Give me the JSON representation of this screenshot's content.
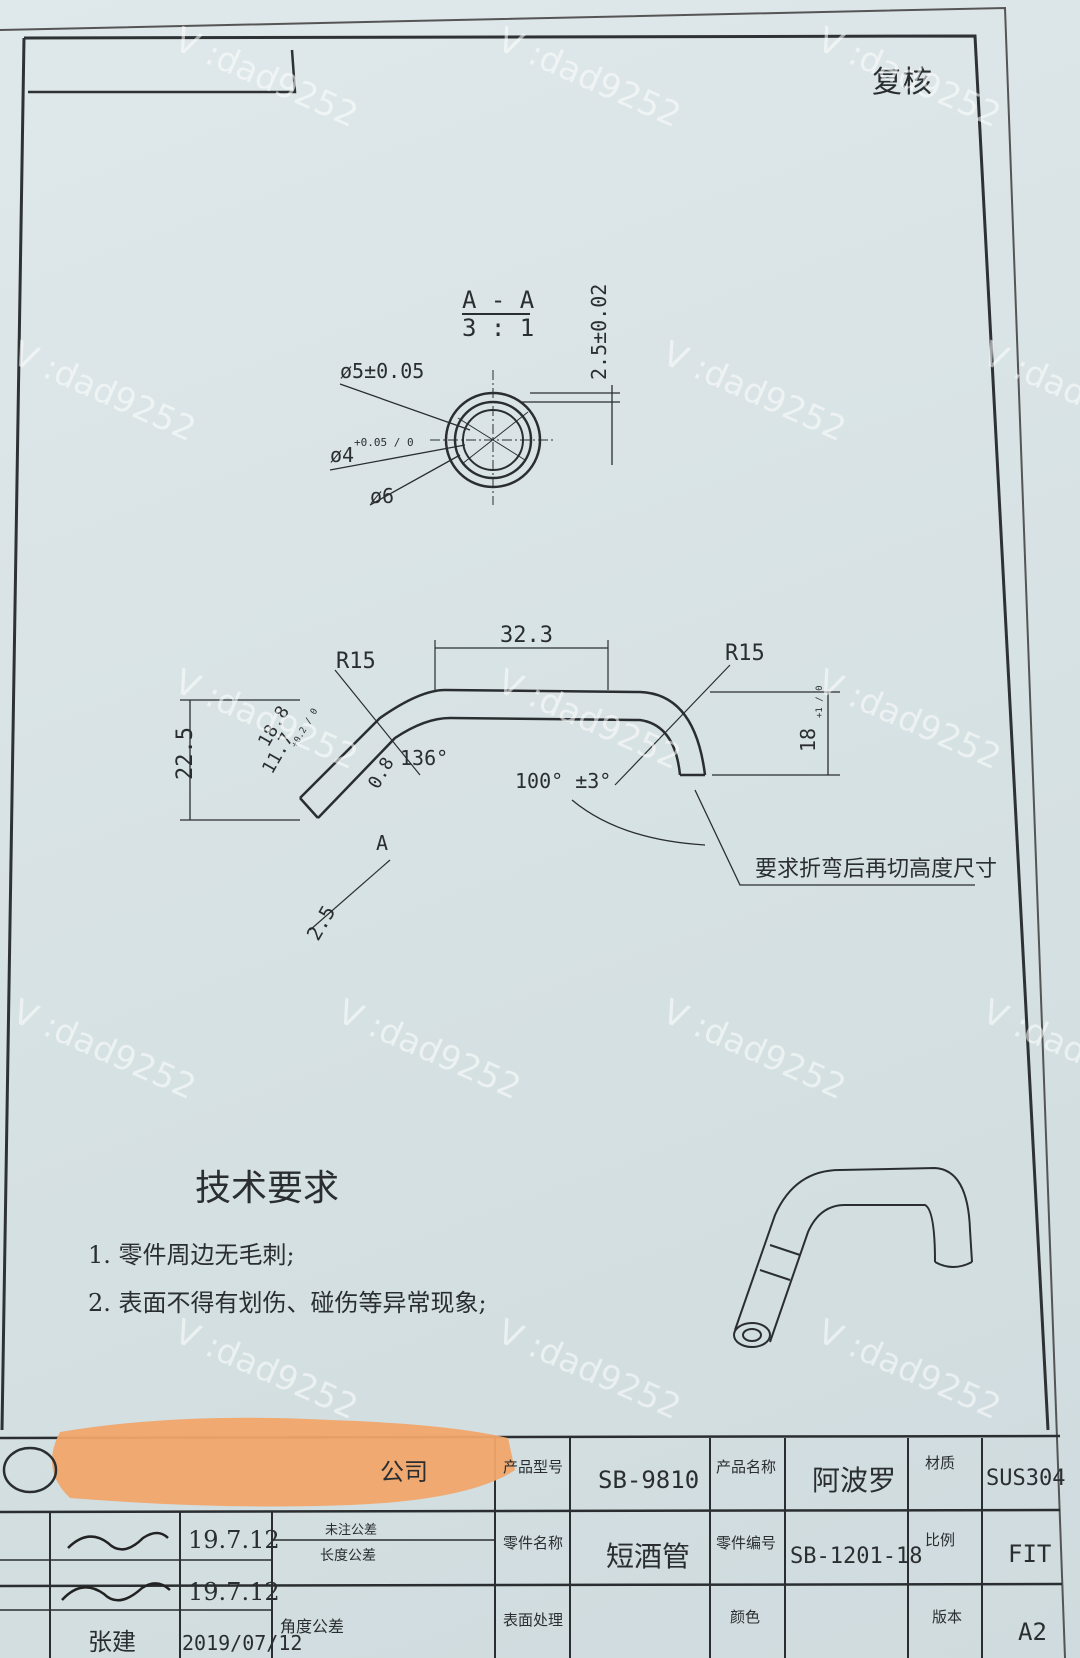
{
  "watermark": "V :dad9252",
  "corner_note": "复核",
  "section": {
    "title": "A - A",
    "scale": "3 : 1",
    "dim_outer": "ø6",
    "dim_tol": "ø5±0.05",
    "dim_inner": "ø4",
    "dim_inner_tol": "+0.05 / 0",
    "dim_height": "2.5±0.02"
  },
  "bent": {
    "top_length": "32.3",
    "r_left": "R15",
    "r_right": "R15",
    "angle_left": "136°",
    "angle_main": "100° ±3°",
    "height_total": "22.5",
    "h1": "18.8",
    "h2": "11.7",
    "h2_tol": "+0.2 / 0",
    "wall": "0.8",
    "end_len": "2.5",
    "right_height": "18",
    "right_height_tol": "+1 / 0",
    "section_mark": "A",
    "note": "要求折弯后再切高度尺寸"
  },
  "tech": {
    "title": "技术要求",
    "items": [
      "1. 零件周边无毛刺;",
      "2. 表面不得有划伤、碰伤等异常现象;"
    ]
  },
  "title_block": {
    "company_partial": "公司",
    "rows": [
      {
        "sign": "19.7.12"
      },
      {
        "sign": "19.7.12"
      },
      {
        "name": "张建",
        "date": "2019/07/12"
      }
    ],
    "tolerance_header": "未注公差",
    "length_tol": "长度公差",
    "angle_tol": "角度公差",
    "product_model_label": "产品型号",
    "product_model": "SB-9810",
    "product_name_label": "产品名称",
    "product_name": "阿波罗",
    "material_label": "材质",
    "material": "SUS304",
    "part_name_label": "零件名称",
    "part_name": "短酒管",
    "part_no_label": "零件编号",
    "part_no": "SB-1201-18",
    "scale_label": "比例",
    "scale": "FIT",
    "surface_label": "表面处理",
    "color_label": "颜色",
    "version_label": "版本",
    "version": "A2"
  }
}
